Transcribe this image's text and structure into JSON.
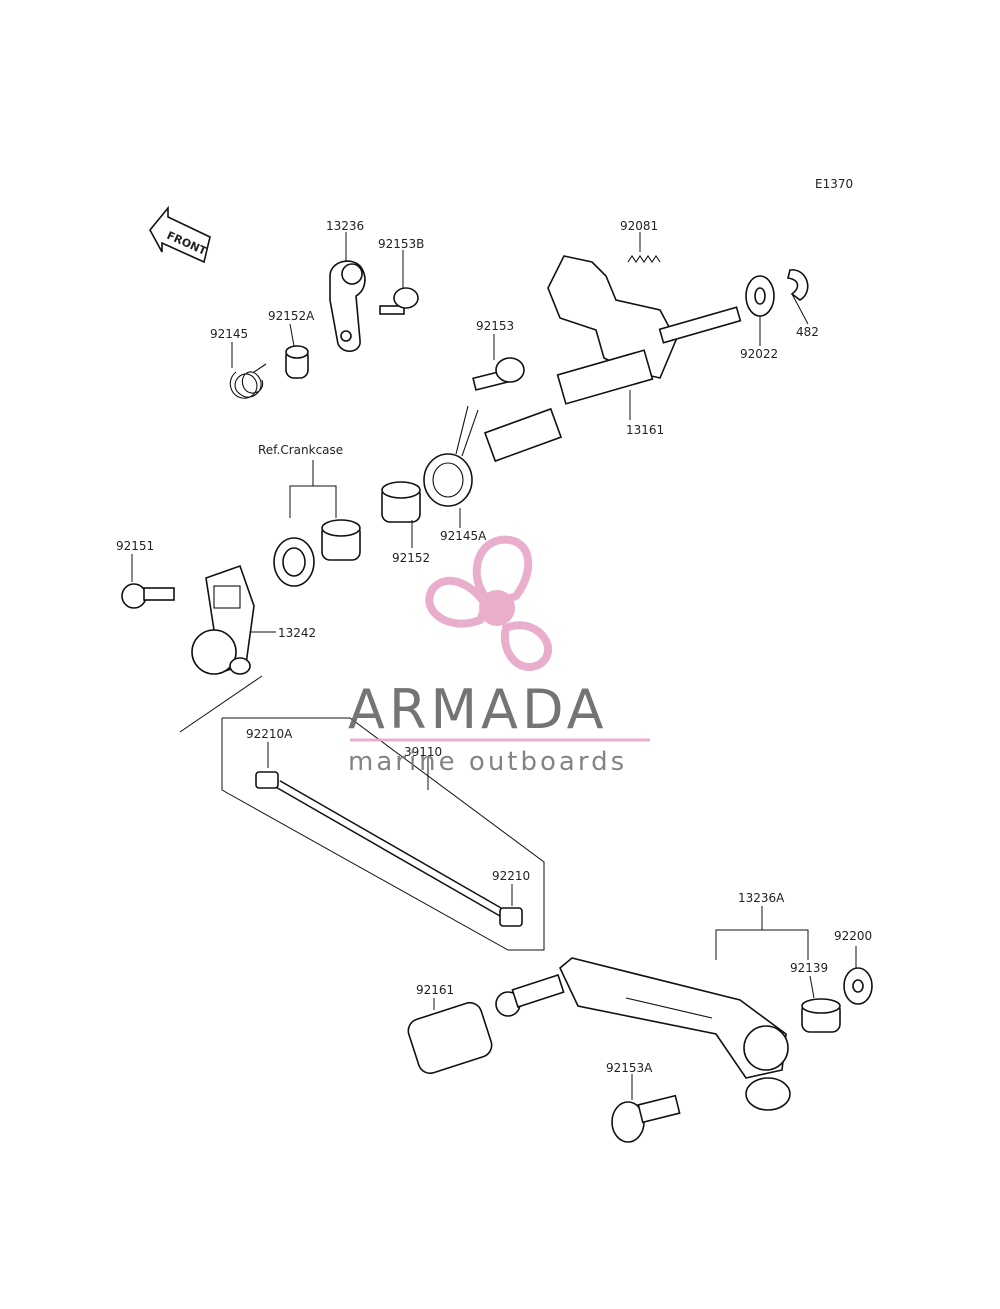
{
  "diagram": {
    "code": "E1370",
    "front_label": "FRONT",
    "ref_label": "Ref.Crankcase",
    "parts": [
      {
        "id": "p13236",
        "label": "13236"
      },
      {
        "id": "p92153B",
        "label": "92153B"
      },
      {
        "id": "p92081",
        "label": "92081"
      },
      {
        "id": "p92145",
        "label": "92145"
      },
      {
        "id": "p92152A",
        "label": "92152A"
      },
      {
        "id": "p92153",
        "label": "92153"
      },
      {
        "id": "p482",
        "label": "482"
      },
      {
        "id": "p92022",
        "label": "92022"
      },
      {
        "id": "p13161",
        "label": "13161"
      },
      {
        "id": "p92152",
        "label": "92152"
      },
      {
        "id": "p92145A",
        "label": "92145A"
      },
      {
        "id": "p92151",
        "label": "92151"
      },
      {
        "id": "p13242",
        "label": "13242"
      },
      {
        "id": "p92210A",
        "label": "92210A"
      },
      {
        "id": "p39110",
        "label": "39110"
      },
      {
        "id": "p92210",
        "label": "92210"
      },
      {
        "id": "p13236A",
        "label": "13236A"
      },
      {
        "id": "p92200",
        "label": "92200"
      },
      {
        "id": "p92139",
        "label": "92139"
      },
      {
        "id": "p92161",
        "label": "92161"
      },
      {
        "id": "p92153A",
        "label": "92153A"
      }
    ]
  },
  "watermark": {
    "brand": "ARMADA",
    "tagline": "marine outboards",
    "color": "#e8a6c8"
  }
}
